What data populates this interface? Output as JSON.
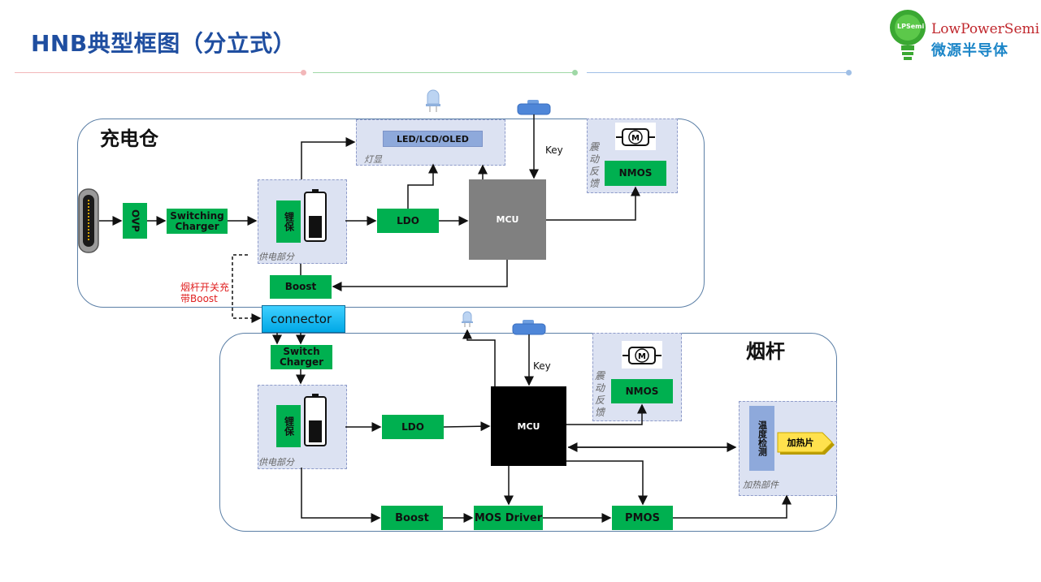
{
  "title": "HNB典型框图（分立式）",
  "logo": {
    "badge": "LPSemi",
    "name_en": "LowPowerSemi",
    "name_cn": "微源半导体"
  },
  "colors": {
    "accent_blue": "#1f4ea0",
    "block_green": "#00b050",
    "mcu_gray": "#808080",
    "mcu_black": "#000000",
    "connector": "#00b0f0",
    "subpanel": "#dce2f2",
    "note_red": "#e02020"
  },
  "charging_case": {
    "title": "充电仓",
    "ovp": "OVP",
    "switching_charger": "Switching Charger",
    "battery_protect": "锂保",
    "power_section_label": "供电部分",
    "display_section_label": "灯显",
    "display": "LED/LCD/OLED",
    "ldo": "LDO",
    "mcu": "MCU",
    "key": "Key",
    "vibration_label": "震动反馈",
    "motor": "M",
    "nmos": "NMOS",
    "boost": "Boost"
  },
  "note": "烟杆开关充带Boost",
  "connector": "connector",
  "stick": {
    "title": "烟杆",
    "switch_charger": "Switch Charger",
    "battery_protect": "锂保",
    "power_section_label": "供电部分",
    "ldo": "LDO",
    "mcu": "MCU",
    "key": "Key",
    "vibration_label": "震动反馈",
    "motor": "M",
    "nmos": "NMOS",
    "temp_detect": "温度检测",
    "heater": "加热片",
    "heating_section_label": "加热部件",
    "boost": "Boost",
    "mos_driver": "MOS Driver",
    "pmos": "PMOS"
  }
}
